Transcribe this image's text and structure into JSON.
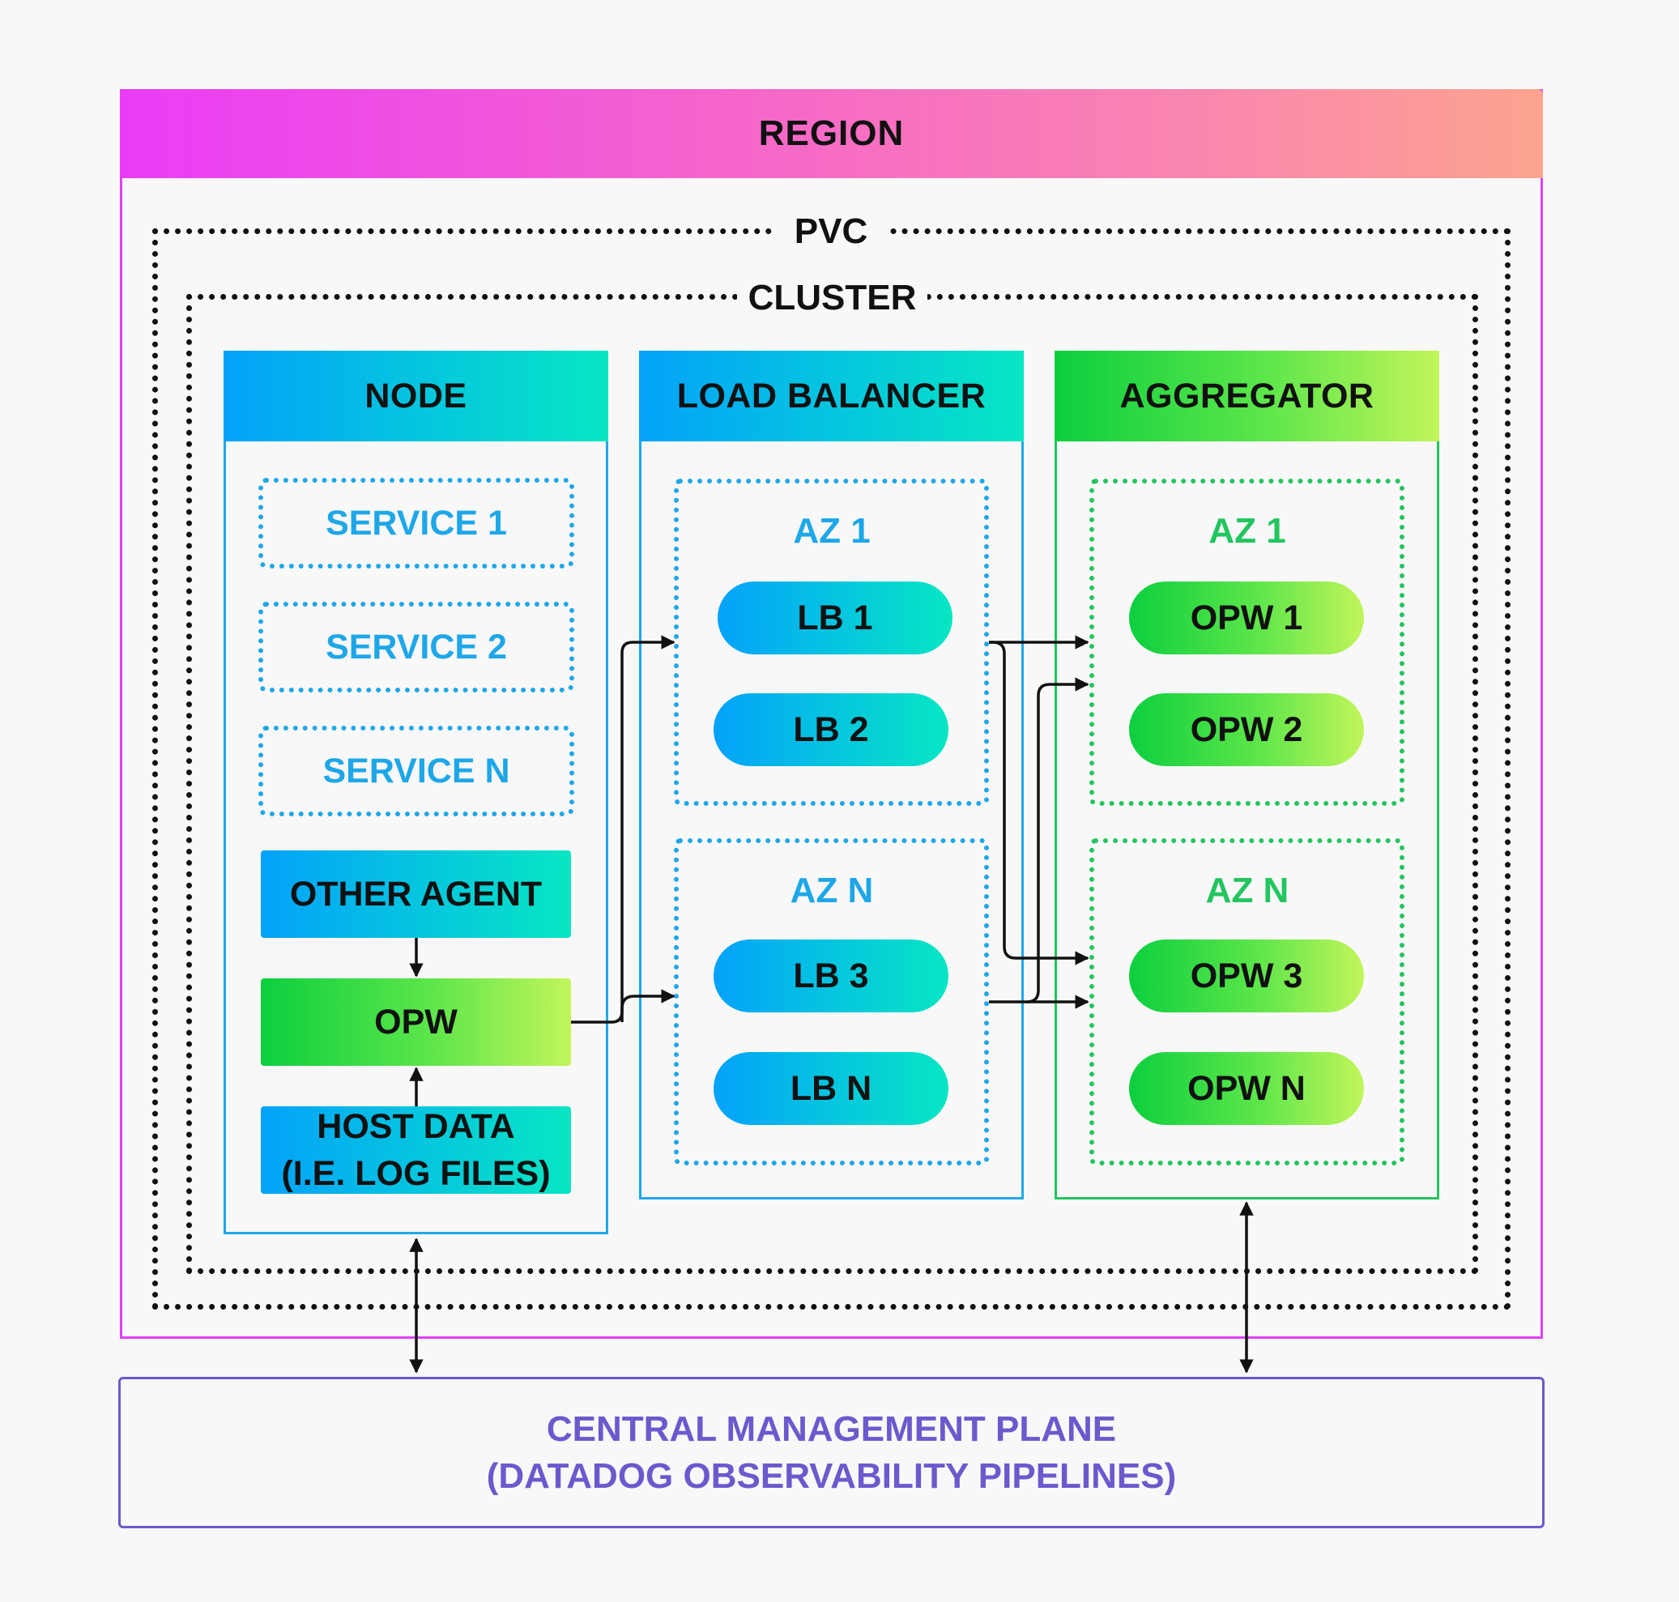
{
  "region": {
    "title": "REGION"
  },
  "pvc": {
    "label": "PVC"
  },
  "cluster": {
    "label": "CLUSTER"
  },
  "node": {
    "title": "NODE",
    "services": [
      "SERVICE 1",
      "SERVICE 2",
      "SERVICE N"
    ],
    "other_agent": "OTHER AGENT",
    "opw": "OPW",
    "host_data_line1": "HOST DATA",
    "host_data_line2": "(I.E. LOG FILES)"
  },
  "load_balancer": {
    "title": "LOAD BALANCER",
    "az1": {
      "label": "AZ 1",
      "items": [
        "LB 1",
        "LB 2"
      ]
    },
    "azn": {
      "label": "AZ N",
      "items": [
        "LB 3",
        "LB N"
      ]
    }
  },
  "aggregator": {
    "title": "AGGREGATOR",
    "az1": {
      "label": "AZ 1",
      "items": [
        "OPW 1",
        "OPW 2"
      ]
    },
    "azn": {
      "label": "AZ N",
      "items": [
        "OPW 3",
        "OPW N"
      ]
    }
  },
  "central_management_plane": {
    "line1": "CENTRAL MANAGEMENT PLANE",
    "line2": "(DATADOG OBSERVABILITY PIPELINES)"
  },
  "colors": {
    "region_border": "#e040fb",
    "node_lb_accent": "#1ea7e8",
    "aggregator_accent": "#22c55e",
    "central_plane": "#6a5acd"
  }
}
